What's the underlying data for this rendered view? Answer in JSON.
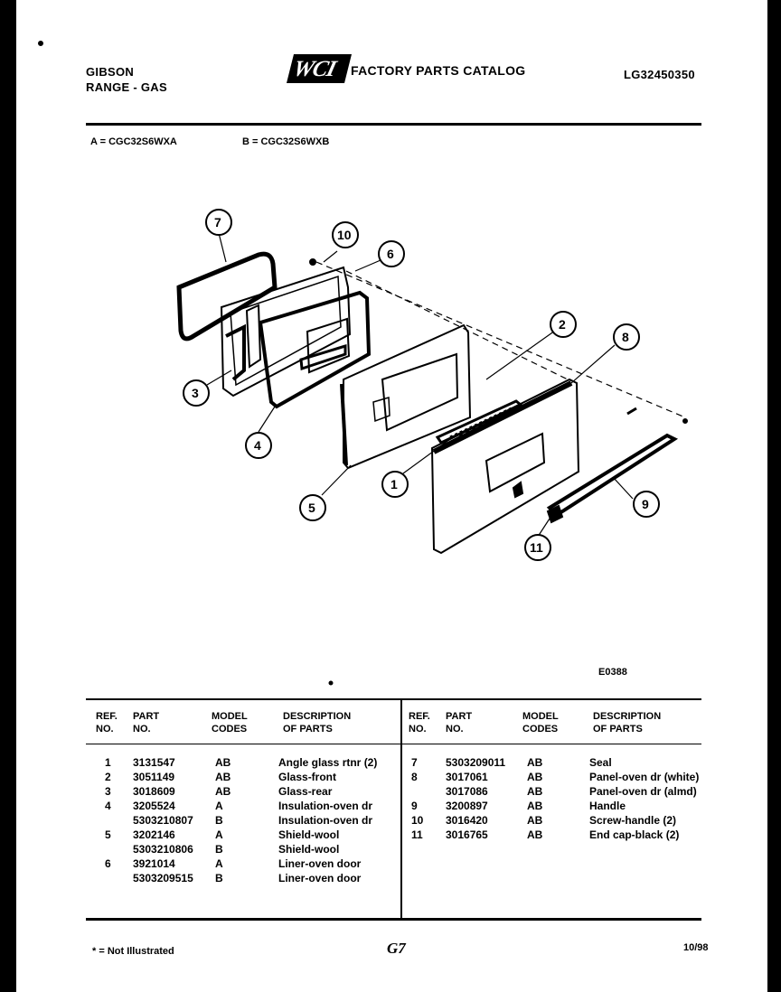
{
  "header": {
    "brand": "GIBSON",
    "product": "RANGE - GAS",
    "logo_text": "WCI",
    "catalog_title": "FACTORY PARTS CATALOG",
    "catalog_number": "LG32450350"
  },
  "models": {
    "a": "A = CGC32S6WXA",
    "b": "B = CGC32S6WXB"
  },
  "diagram": {
    "code": "E0388",
    "callouts": [
      "1",
      "2",
      "3",
      "4",
      "5",
      "6",
      "7",
      "8",
      "9",
      "10",
      "11"
    ]
  },
  "table": {
    "headers": {
      "ref1": "REF.",
      "ref2": "NO.",
      "part1": "PART",
      "part2": "NO.",
      "model1": "MODEL",
      "model2": "CODES",
      "desc1": "DESCRIPTION",
      "desc2": "OF PARTS"
    },
    "left": {
      "refs": [
        "1",
        "2",
        "3",
        "4",
        "",
        "5",
        "",
        "6",
        ""
      ],
      "parts": [
        "3131547",
        "3051149",
        "3018609",
        "3205524",
        "5303210807",
        "3202146",
        "5303210806",
        "3921014",
        "5303209515"
      ],
      "codes": [
        "AB",
        "AB",
        "AB",
        "A",
        "B",
        "A",
        "B",
        "A",
        "B"
      ],
      "descs": [
        "Angle glass rtnr (2)",
        "Glass-front",
        "Glass-rear",
        "Insulation-oven dr",
        "Insulation-oven dr",
        "Shield-wool",
        "Shield-wool",
        "Liner-oven door",
        "Liner-oven door"
      ]
    },
    "right": {
      "refs": [
        "7",
        "8",
        "",
        "9",
        "10",
        "11"
      ],
      "parts": [
        "5303209011",
        "3017061",
        "3017086",
        "3200897",
        "3016420",
        "3016765"
      ],
      "codes": [
        "AB",
        "AB",
        "AB",
        "AB",
        "AB",
        "AB"
      ],
      "descs": [
        "Seal",
        "Panel-oven dr (white)",
        "Panel-oven dr (almd)",
        "Handle",
        "Screw-handle (2)",
        "End cap-black (2)"
      ]
    }
  },
  "footer": {
    "note": "* = Not Illustrated",
    "page": "G7",
    "date": "10/98"
  }
}
